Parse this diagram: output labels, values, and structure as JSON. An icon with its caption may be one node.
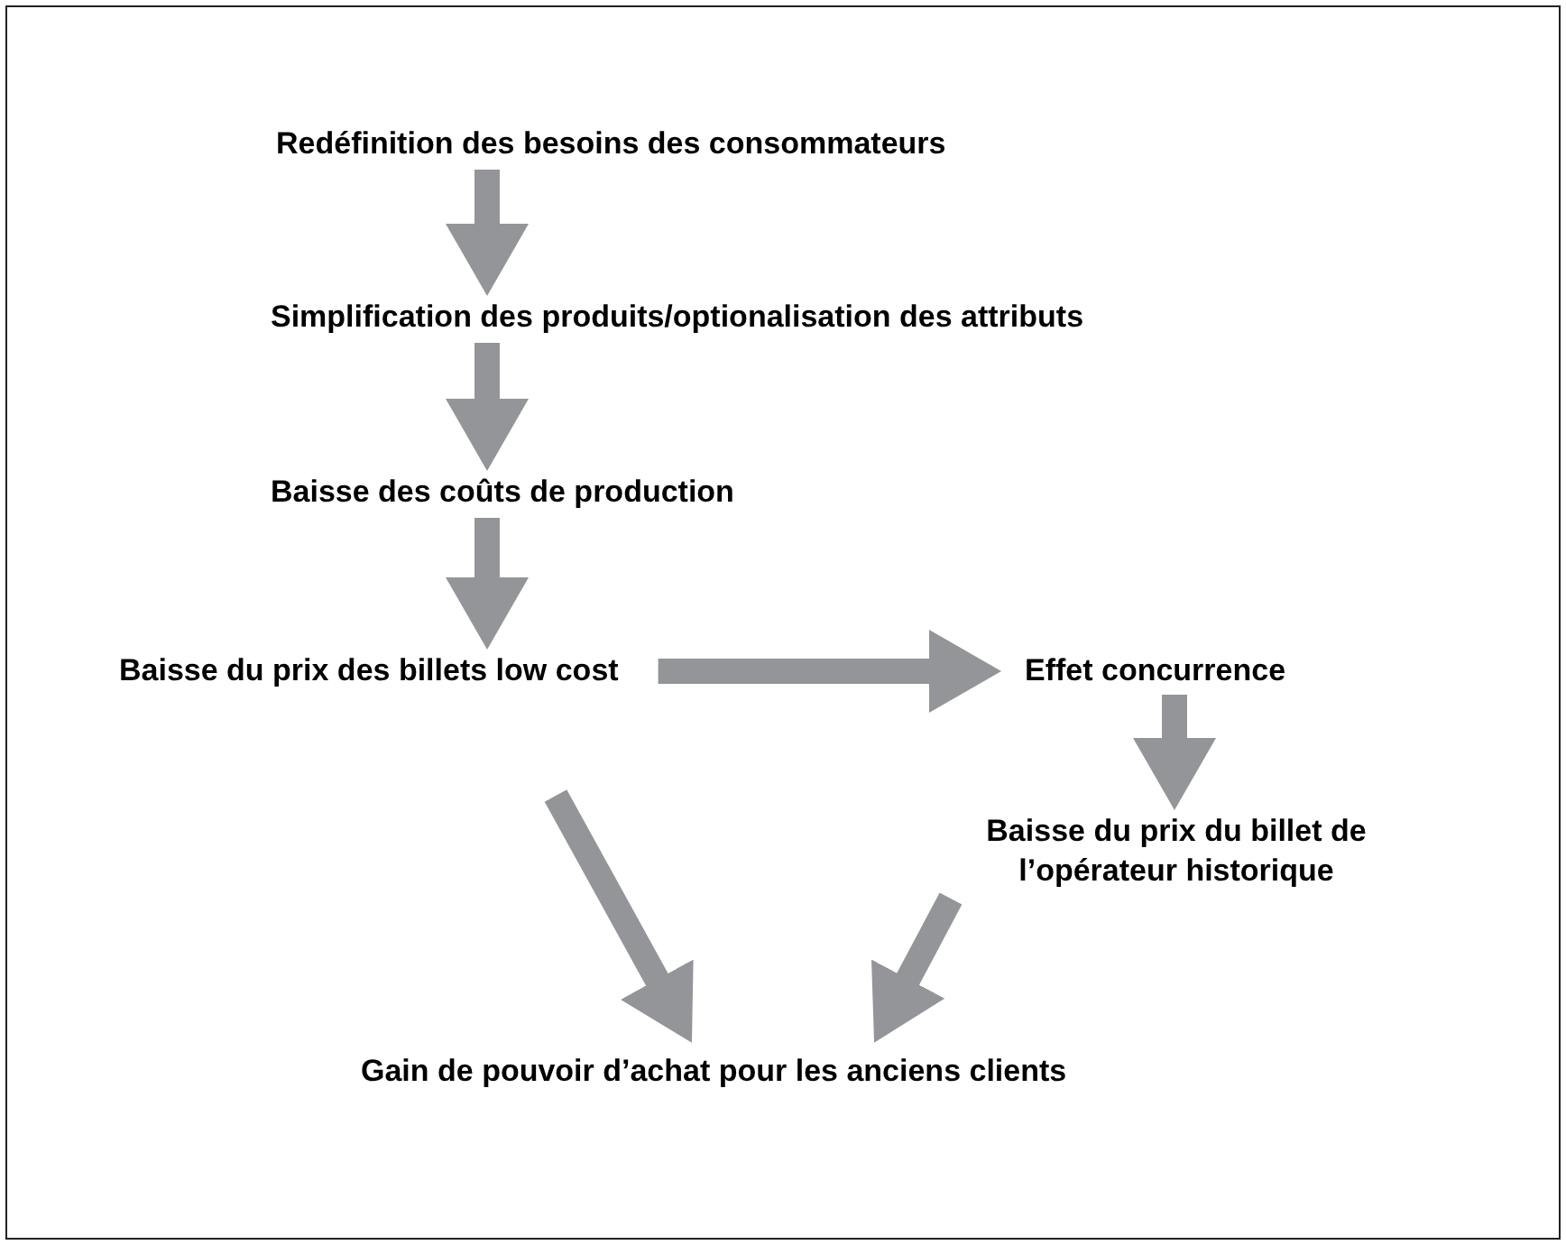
{
  "diagram": {
    "nodes": [
      {
        "text": [
          "Redéfinition des besoins des consommateurs"
        ]
      },
      {
        "text": [
          "Simplification des produits/optionalisation des attributs"
        ]
      },
      {
        "text": [
          "Baisse des coûts de production"
        ]
      },
      {
        "text": [
          "Baisse du prix des billets low cost"
        ]
      },
      {
        "text": [
          "Effet concurrence"
        ]
      },
      {
        "text": [
          "Baisse du prix du billet de l’opérateur historique"
        ]
      },
      {
        "text": [
          "Gain de pouvoir d’achat pour les anciens clients"
        ]
      }
    ],
    "edges": [
      {
        "from": 0,
        "to": 1,
        "arrow": "to"
      },
      {
        "from": 1,
        "to": 2,
        "arrow": "to"
      },
      {
        "from": 2,
        "to": 3,
        "arrow": "to"
      },
      {
        "from": 3,
        "to": 4,
        "arrow": "to"
      },
      {
        "from": 4,
        "to": 5,
        "arrow": "to"
      },
      {
        "from": 3,
        "to": 6,
        "arrow": "to"
      },
      {
        "from": 5,
        "to": 6,
        "arrow": "to"
      }
    ]
  }
}
